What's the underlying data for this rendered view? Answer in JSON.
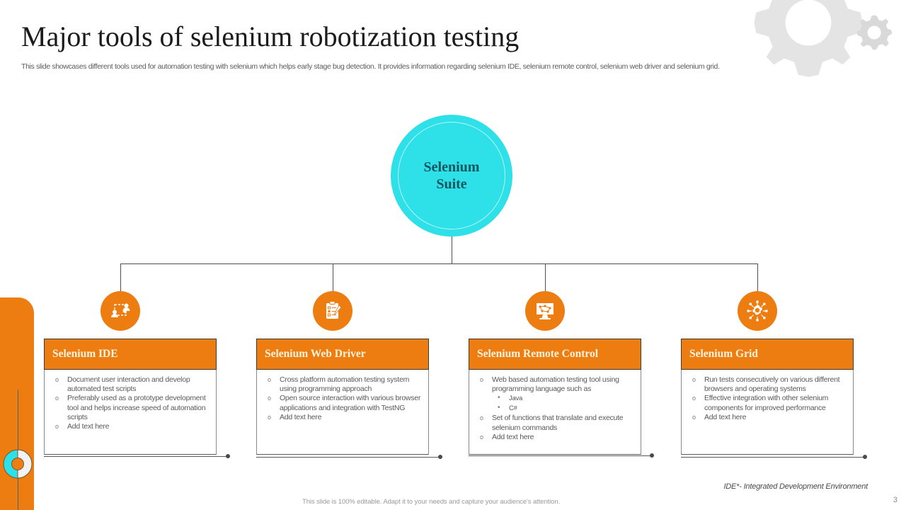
{
  "slide": {
    "title": "Major tools of selenium robotization testing",
    "subtitle": "This slide showcases different tools used for automation testing with selenium which helps early stage bug detection. It provides information regarding selenium IDE, selenium remote control, selenium web driver and selenium grid.",
    "page_number": "3",
    "ide_note": "IDE*- Integrated Development Environment",
    "editable_note": "This slide is 100% editable. Adapt it to your needs and capture your audience's attention."
  },
  "colors": {
    "accent_orange": "#ED7D11",
    "center_cyan": "#2EE0E8",
    "center_text": "#15565E",
    "header_text": "#FFF4E0",
    "body_text": "#595959",
    "connector": "#4A4F57",
    "gear_gray": "#E2E2E2"
  },
  "center_node": {
    "label_line1": "Selenium",
    "label_line2": "Suite",
    "icon": "circle-node"
  },
  "branches": [
    {
      "icon": "users-interaction-icon",
      "title": "Selenium IDE",
      "bullets": [
        {
          "marker": "o",
          "text": "Document user interaction and develop automated test scripts"
        },
        {
          "marker": "o",
          "text": "Preferably used as a prototype development tool and helps increase speed of automation scripts"
        },
        {
          "marker": "o",
          "text": "Add text here"
        }
      ]
    },
    {
      "icon": "clipboard-checklist-icon",
      "title": "Selenium Web Driver",
      "bullets": [
        {
          "marker": "o",
          "text": "Cross platform automation testing system using programming approach"
        },
        {
          "marker": "o",
          "text": "Open source interaction with various browser applications and integration with TestNG"
        },
        {
          "marker": "o",
          "text": "Add text here"
        }
      ]
    },
    {
      "icon": "monitor-network-icon",
      "title": "Selenium Remote Control",
      "bullets": [
        {
          "marker": "o",
          "text": "Web based automation testing tool using programming language such as",
          "sub": [
            {
              "marker": "•",
              "text": "Java"
            },
            {
              "marker": "•",
              "text": "C#"
            }
          ]
        },
        {
          "marker": "o",
          "text": "Set of functions that translate and execute selenium commands"
        },
        {
          "marker": "o",
          "text": "Add text here"
        }
      ]
    },
    {
      "icon": "gear-network-icon",
      "title": "Selenium Grid",
      "bullets": [
        {
          "marker": "o",
          "text": "Run tests consecutively on various different browsers and operating systems"
        },
        {
          "marker": "o",
          "text": "Effective integration with other selenium components for improved performance"
        },
        {
          "marker": "o",
          "text": "Add text here"
        }
      ]
    }
  ],
  "decorations": {
    "gear_large": "gear-icon",
    "gear_small": "gear-icon",
    "left_panel": "orange-side-panel",
    "left_donut": "donut-ring-icon"
  }
}
